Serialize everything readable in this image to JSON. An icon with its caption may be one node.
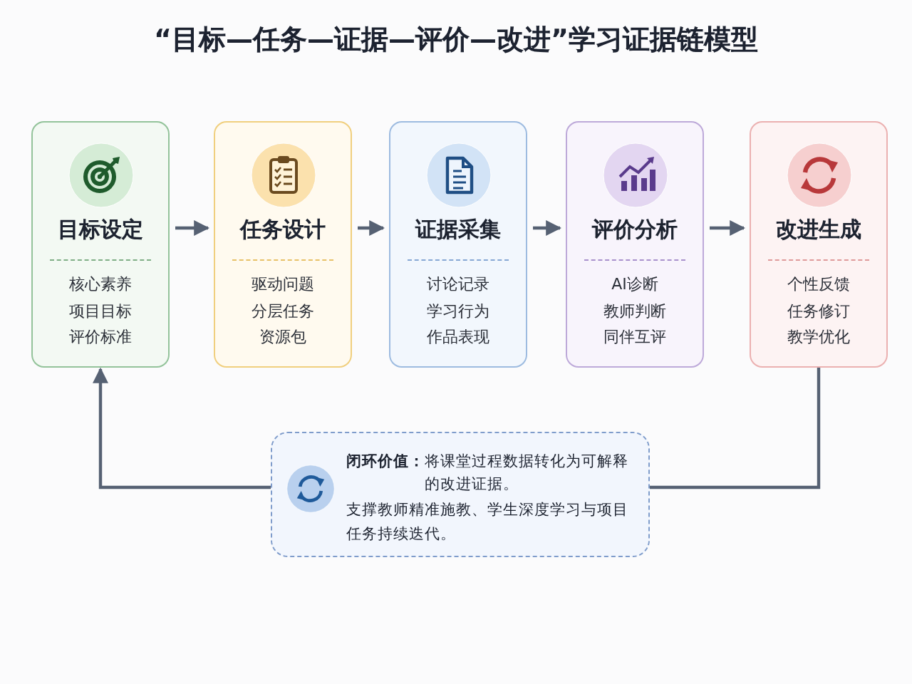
{
  "diagram": {
    "title": "“目标—任务—证据—评价—改进”学习证据链模型",
    "nodes": [
      {
        "text": [
          "目标设定",
          "核心素养",
          "项目目标",
          "评价标准"
        ]
      },
      {
        "text": [
          "任务设计",
          "驱动问题",
          "分层任务",
          "资源包"
        ]
      },
      {
        "text": [
          "证据采集",
          "讨论记录",
          "学习行为",
          "作品表现"
        ]
      },
      {
        "text": [
          "评价分析",
          "AI诊断",
          "教师判断",
          "同伴互评"
        ]
      },
      {
        "text": [
          "改进生成",
          "个性反馈",
          "任务修订",
          "教学优化"
        ]
      },
      {
        "text": [
          "闭环价值：",
          "将课堂过程数据转化为可解释的改进证据。",
          "支撑教师精准施教、学生深度学习与项目任务持续迭代。"
        ]
      }
    ],
    "edges": [
      {
        "from": 0,
        "to": 1,
        "arrow": "to"
      },
      {
        "from": 1,
        "to": 2,
        "arrow": "to"
      },
      {
        "from": 2,
        "to": 3,
        "arrow": "to"
      },
      {
        "from": 3,
        "to": 4,
        "arrow": "to"
      },
      {
        "from": 4,
        "to": 5,
        "arrow": "none"
      },
      {
        "from": 5,
        "to": 0,
        "arrow": "to"
      }
    ]
  }
}
